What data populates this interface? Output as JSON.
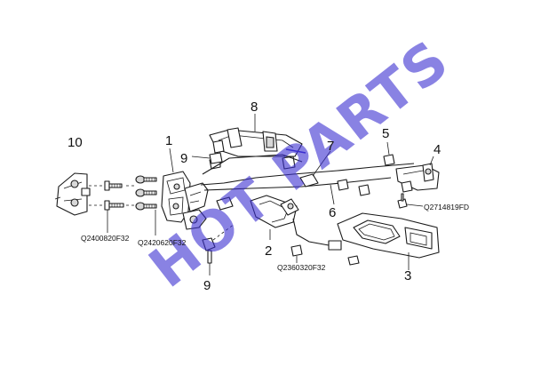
{
  "diagram": {
    "part_numbers": {
      "p1": "1",
      "p2": "2",
      "p3": "3",
      "p4": "4",
      "p5": "5",
      "p6": "6",
      "p7": "7",
      "p8": "8",
      "p9a": "9",
      "p9b": "9",
      "p10": "10"
    },
    "part_codes": {
      "bolt_left": "Q2400820F32",
      "bolt_mid": "Q2420620F32",
      "nut_bottom": "Q2360320F32",
      "screw_right": "Q2714819FD"
    },
    "watermark": "HOT PARTS",
    "colors": {
      "line_art": "#1a1a1a",
      "watermark": "#3a2fd0"
    }
  }
}
